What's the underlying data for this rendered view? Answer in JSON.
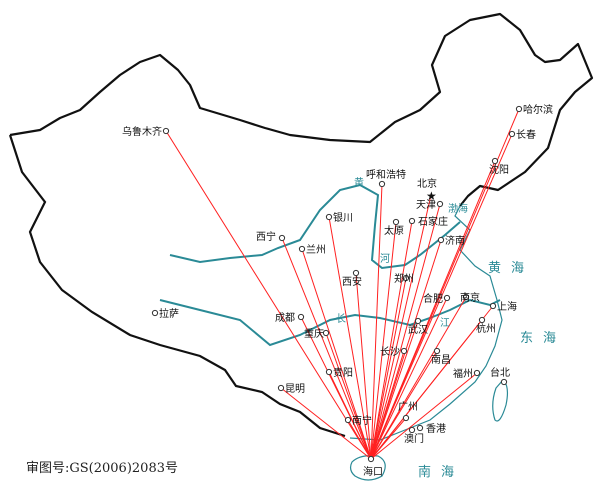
{
  "caption": "审图号:GS(2006)2083号",
  "origin": "海口",
  "colors": {
    "route": "#ff2020",
    "border": "#111111",
    "water": "#2a8a96",
    "sea_label": "#2a8a96"
  },
  "cities": [
    {
      "name": "乌鲁木齐",
      "route": true
    },
    {
      "name": "哈尔滨",
      "route": true
    },
    {
      "name": "长春",
      "route": true
    },
    {
      "name": "沈阳",
      "route": true
    },
    {
      "name": "呼和浩特",
      "route": true
    },
    {
      "name": "北京",
      "route": true,
      "capital": true
    },
    {
      "name": "天津",
      "route": true
    },
    {
      "name": "石家庄",
      "route": true
    },
    {
      "name": "太原",
      "route": true
    },
    {
      "name": "济南",
      "route": true
    },
    {
      "name": "银川",
      "route": true
    },
    {
      "name": "西宁",
      "route": true
    },
    {
      "name": "兰州",
      "route": true
    },
    {
      "name": "西安",
      "route": true
    },
    {
      "name": "郑州",
      "route": true
    },
    {
      "name": "合肥",
      "route": true
    },
    {
      "name": "南京",
      "route": true
    },
    {
      "name": "上海",
      "route": true
    },
    {
      "name": "杭州",
      "route": true
    },
    {
      "name": "武汉",
      "route": true
    },
    {
      "name": "成都",
      "route": true
    },
    {
      "name": "重庆",
      "route": true
    },
    {
      "name": "长沙",
      "route": true
    },
    {
      "name": "南昌",
      "route": true
    },
    {
      "name": "贵阳",
      "route": true
    },
    {
      "name": "昆明",
      "route": true
    },
    {
      "name": "福州",
      "route": true
    },
    {
      "name": "台北",
      "route": false
    },
    {
      "name": "南宁",
      "route": true
    },
    {
      "name": "广州",
      "route": true
    },
    {
      "name": "香港",
      "route": false
    },
    {
      "name": "澳门",
      "route": false
    },
    {
      "name": "拉萨",
      "route": false
    },
    {
      "name": "海口",
      "route": false
    }
  ],
  "seas": [
    "渤海",
    "黄海",
    "东海",
    "南海"
  ],
  "rivers": [
    "黄",
    "河",
    "长",
    "江"
  ]
}
